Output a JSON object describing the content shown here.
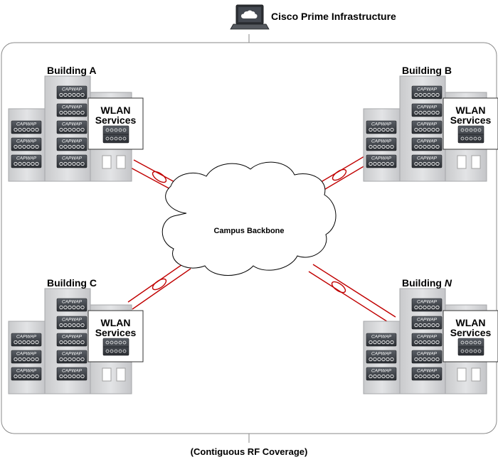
{
  "header": {
    "manager_title": "Cisco Prime Infrastructure",
    "manager_icon": "laptop-cloud-icon"
  },
  "backbone": {
    "label": "Campus Backbone",
    "icon": "cloud-icon"
  },
  "footer": {
    "caption": "(Contiguous RF Coverage)"
  },
  "buildings": [
    {
      "id": "a",
      "name": "Building A",
      "services_line1": "WLAN",
      "services_line2": "Services"
    },
    {
      "id": "b",
      "name": "Building B",
      "services_line1": "WLAN",
      "services_line2": "Services"
    },
    {
      "id": "c",
      "name": "Building C",
      "services_line1": "WLAN",
      "services_line2": "Services"
    },
    {
      "id": "n",
      "name_prefix": "Building ",
      "name_italic": "N",
      "services_line1": "WLAN",
      "services_line2": "Services"
    }
  ],
  "ap_label": "CAPWAP",
  "colors": {
    "link": "#c00000",
    "building_fill": "#d5d6d8",
    "building_stroke": "#a6a7aa",
    "device_fill": "#3b3f45",
    "frame_stroke": "#8a8a8a"
  }
}
